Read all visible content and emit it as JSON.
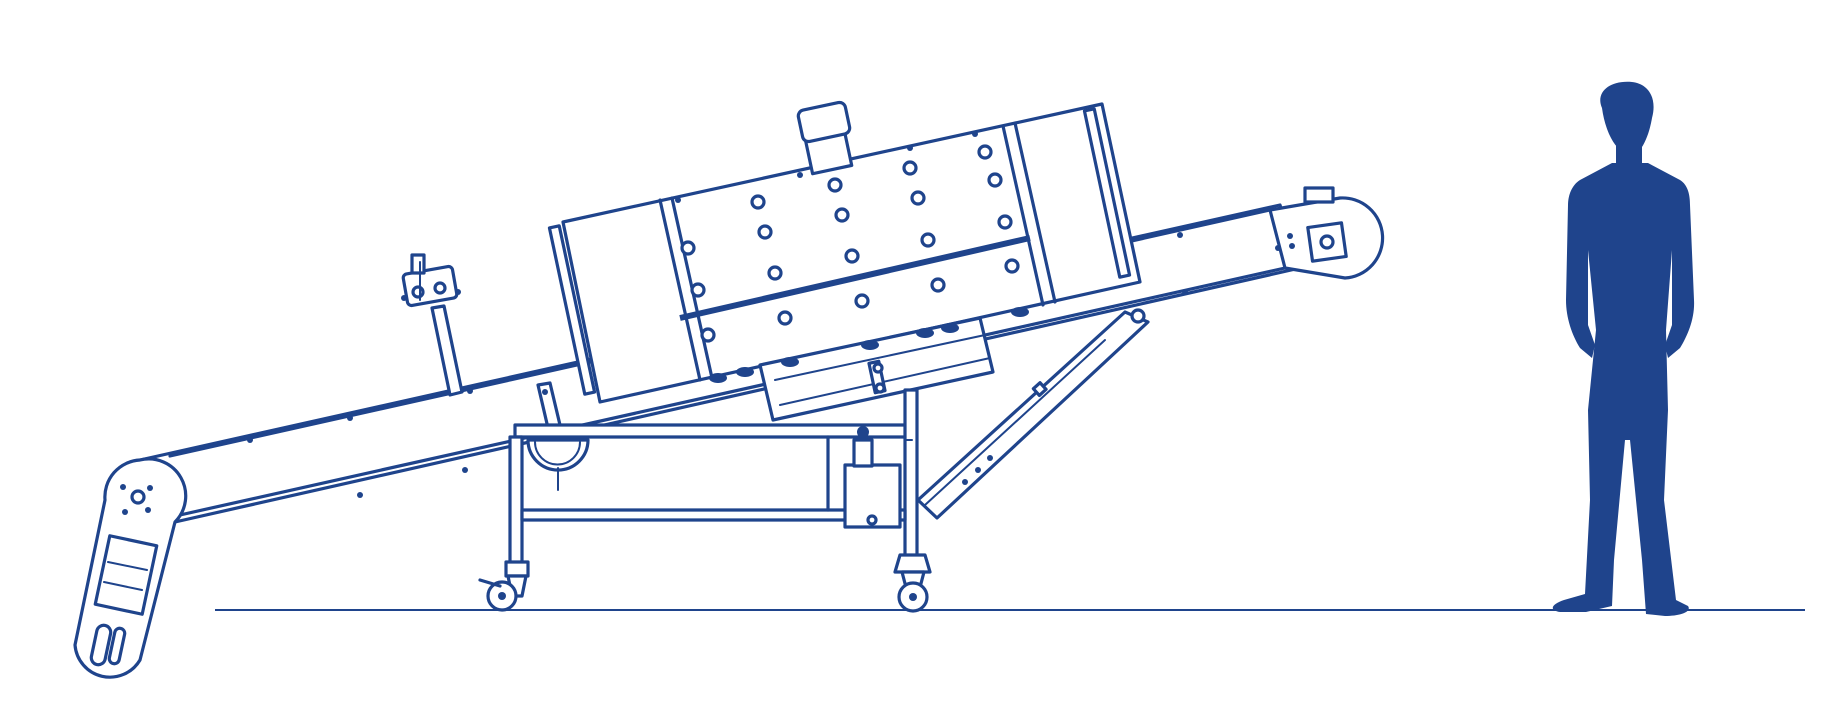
{
  "diagram": {
    "colors": {
      "line": "#1f448c",
      "figure": "#1f448c",
      "ground": "#1f448c",
      "background": "#ffffff"
    },
    "parts": [
      "ground-line",
      "incline-conveyor",
      "lower-pulley-housing",
      "upper-head-pulley",
      "processing-drum-housing",
      "top-outlet-stub",
      "sensor-mount",
      "wheeled-frame",
      "front-caster",
      "rear-caster",
      "diagonal-support-strut",
      "human-scale-figure"
    ]
  }
}
